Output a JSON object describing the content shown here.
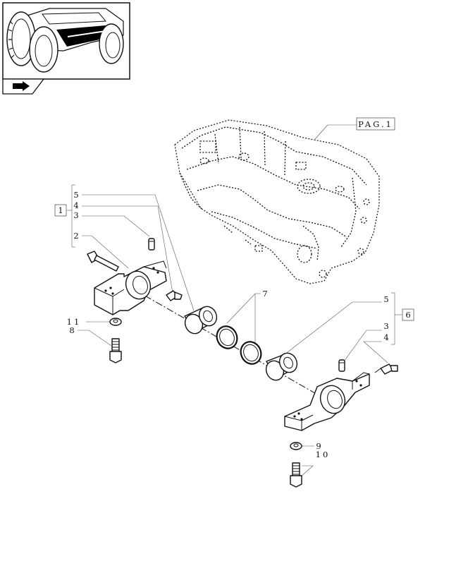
{
  "frame_ref": "PAG.1",
  "callouts": {
    "c1": "1",
    "c2": "2",
    "c3a": "3",
    "c4a": "4",
    "c5a": "5",
    "c7": "7",
    "c8": "8",
    "c11": "11",
    "c5b": "5",
    "c6": "6",
    "c3b": "3",
    "c4b": "4",
    "c9": "9",
    "c10": "10"
  },
  "colors": {
    "ink": "#111111",
    "paper": "#ffffff",
    "tractor_fill": "#000000"
  },
  "icons": {
    "thumbnail": "tractor-thumbnail-icon",
    "nav": "next-page-arrow-icon"
  }
}
